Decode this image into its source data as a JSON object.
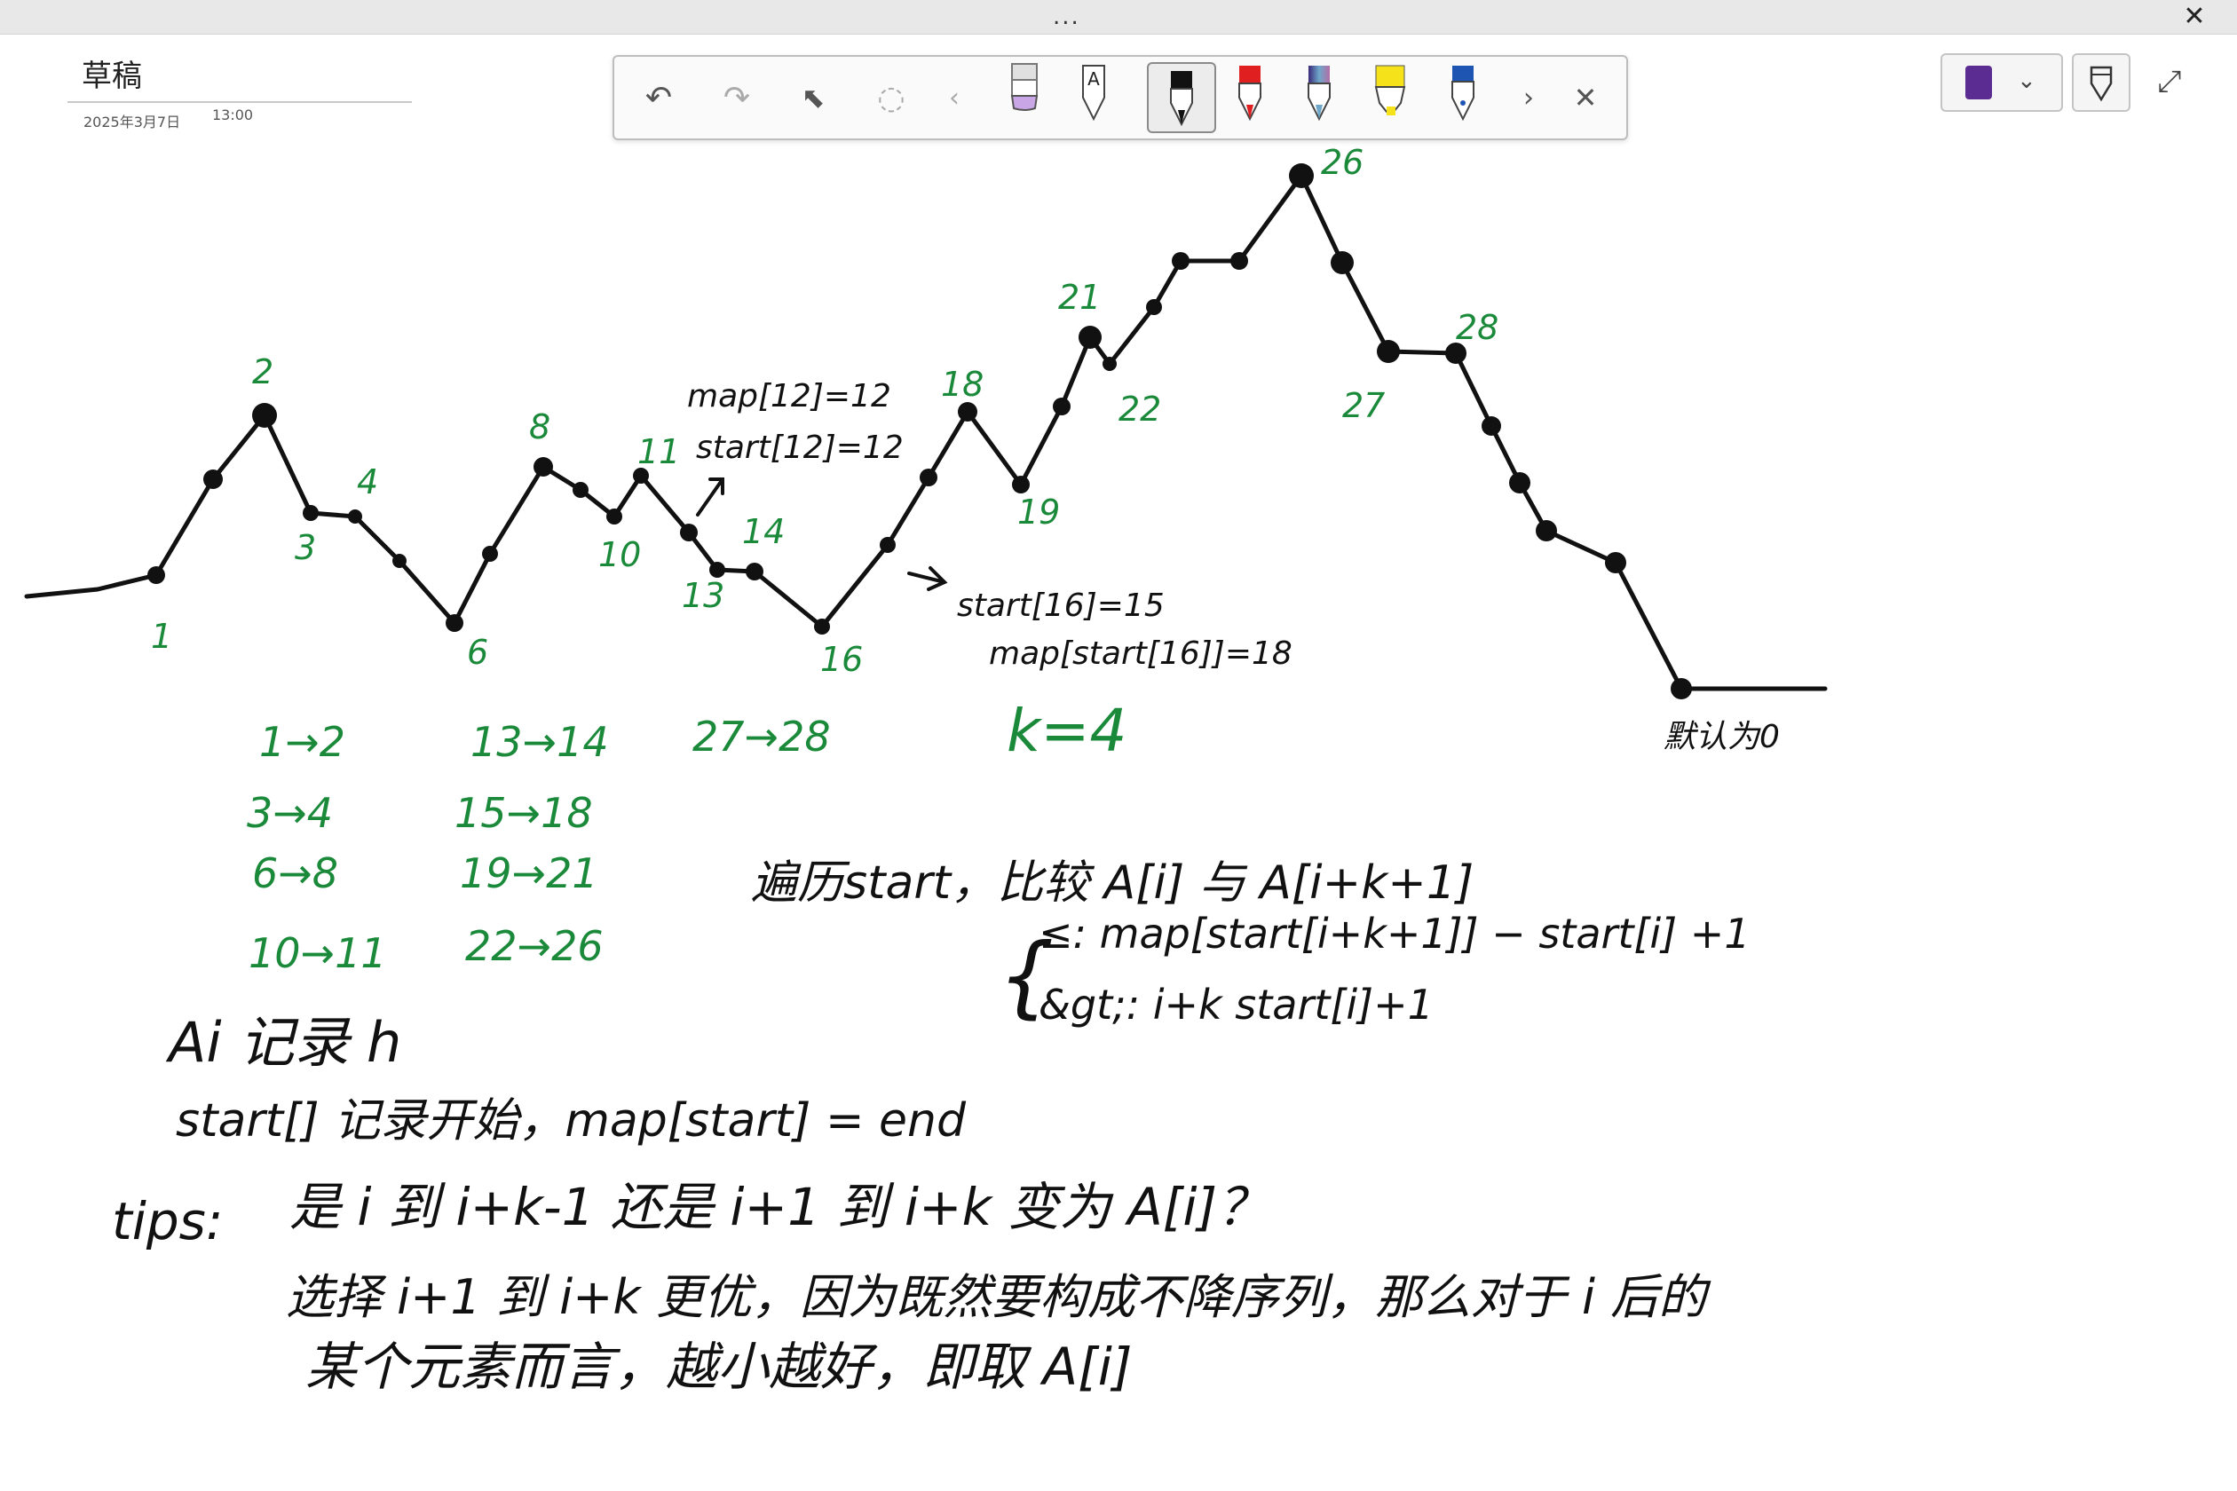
{
  "window": {
    "more_label": "...",
    "close_label": "✕"
  },
  "page": {
    "title": "草稿",
    "date": "2025年3月7日",
    "time": "13:00"
  },
  "toolbar": {
    "undo": "↶",
    "redo": "↷",
    "select": "⬉",
    "lasso": "◌",
    "scroll_left": "‹",
    "scroll_right": "›",
    "close": "✕",
    "pens": [
      {
        "name": "eraser",
        "color": "#c9a6e6"
      },
      {
        "name": "pencil",
        "color": "#ffffff"
      },
      {
        "name": "pen-black",
        "color": "#111111"
      },
      {
        "name": "pen-red",
        "color": "#e02020"
      },
      {
        "name": "pen-galaxy",
        "color": "#6ea7c9"
      },
      {
        "name": "highlighter-yellow",
        "color": "#f5e21b"
      },
      {
        "name": "pen-blue",
        "color": "#1e55b3"
      }
    ]
  },
  "colors": {
    "ink_black": "#111111",
    "ink_green": "#1a8a3a"
  },
  "sketch": {
    "peak_labels": [
      "1",
      "2",
      "3",
      "4",
      "6",
      "8",
      "10",
      "11",
      "13",
      "14",
      "16",
      "18",
      "19",
      "21",
      "22",
      "26",
      "27",
      "28"
    ],
    "note_map12": "map[12]=12",
    "note_start12": "start[12]=12",
    "note_start16": "start[16]=15",
    "note_map_start16": "map[start[16]]=18",
    "k_value": "k=4",
    "default_zero": "默认为0",
    "pairs_col1": [
      "1→2",
      "3→4",
      "6→8",
      "10→11"
    ],
    "pairs_col2": [
      "13→14",
      "15→18",
      "19→21",
      "22→26"
    ],
    "pairs_col3": [
      "27→28"
    ],
    "traverse": "遍历start，比较 A[i] 与 A[i+k+1]",
    "case_le": "≤: map[start[i+k+1]] − start[i] +1",
    "case_gt": "&gt;: i+k   start[i]+1",
    "ai_record": "Ai 记录 h",
    "start_record": "start[] 记录开始，map[start] = end",
    "tips_label": "tips:",
    "tips_q": "是 i 到 i+k-1 还是 i+1 到 i+k 变为 A[i]？",
    "tips_a1": "选择 i+1 到 i+k 更优，因为既然要构成不降序列，那么对于 i 后的",
    "tips_a2": "某个元素而言，越小越好，即取 A[i]"
  }
}
